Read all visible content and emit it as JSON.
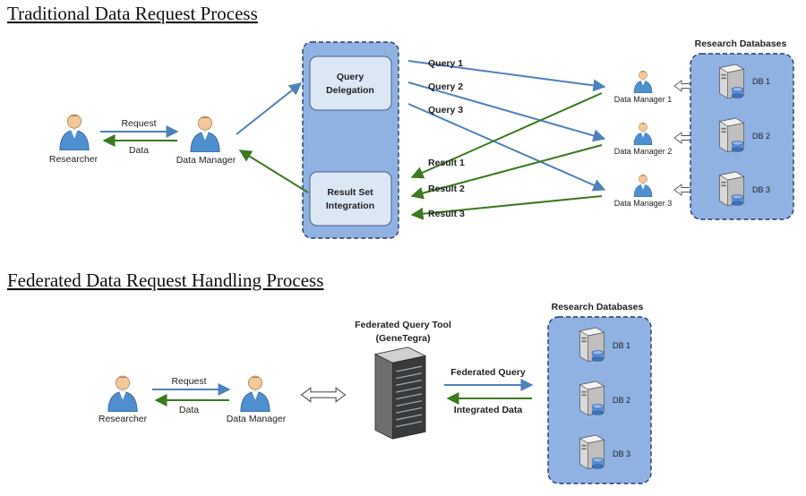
{
  "traditional": {
    "title": "Traditional Data Request Process",
    "researcher_label": "Researcher",
    "data_manager_label": "Data Manager",
    "request_label": "Request",
    "data_label": "Data",
    "query_delegation": [
      "Query",
      "Delegation"
    ],
    "result_set_integration": [
      "Result Set",
      "Integration"
    ],
    "queries": [
      "Query 1",
      "Query 2",
      "Query 3"
    ],
    "results": [
      "Result 1",
      "Result 2",
      "Result 3"
    ],
    "data_managers": [
      "Data Manager 1",
      "Data Manager 2",
      "Data Manager 3"
    ],
    "research_databases_label": "Research Databases",
    "databases": [
      "DB 1",
      "DB 2",
      "DB 3"
    ]
  },
  "federated": {
    "title": "Federated Data Request Handling Process",
    "researcher_label": "Researcher",
    "data_manager_label": "Data Manager",
    "request_label": "Request",
    "data_label": "Data",
    "tool_label": [
      "Federated Query Tool",
      "(GeneTegra)"
    ],
    "federated_query_label": "Federated Query",
    "integrated_data_label": "Integrated Data",
    "research_databases_label": "Research Databases",
    "databases": [
      "DB 1",
      "DB 2",
      "DB 3"
    ]
  },
  "colors": {
    "panel_fill": "#8fb2e3",
    "panel_stroke": "#2a3a66",
    "request_arrow": "#4f81bd",
    "result_arrow": "#3c7a1f"
  }
}
